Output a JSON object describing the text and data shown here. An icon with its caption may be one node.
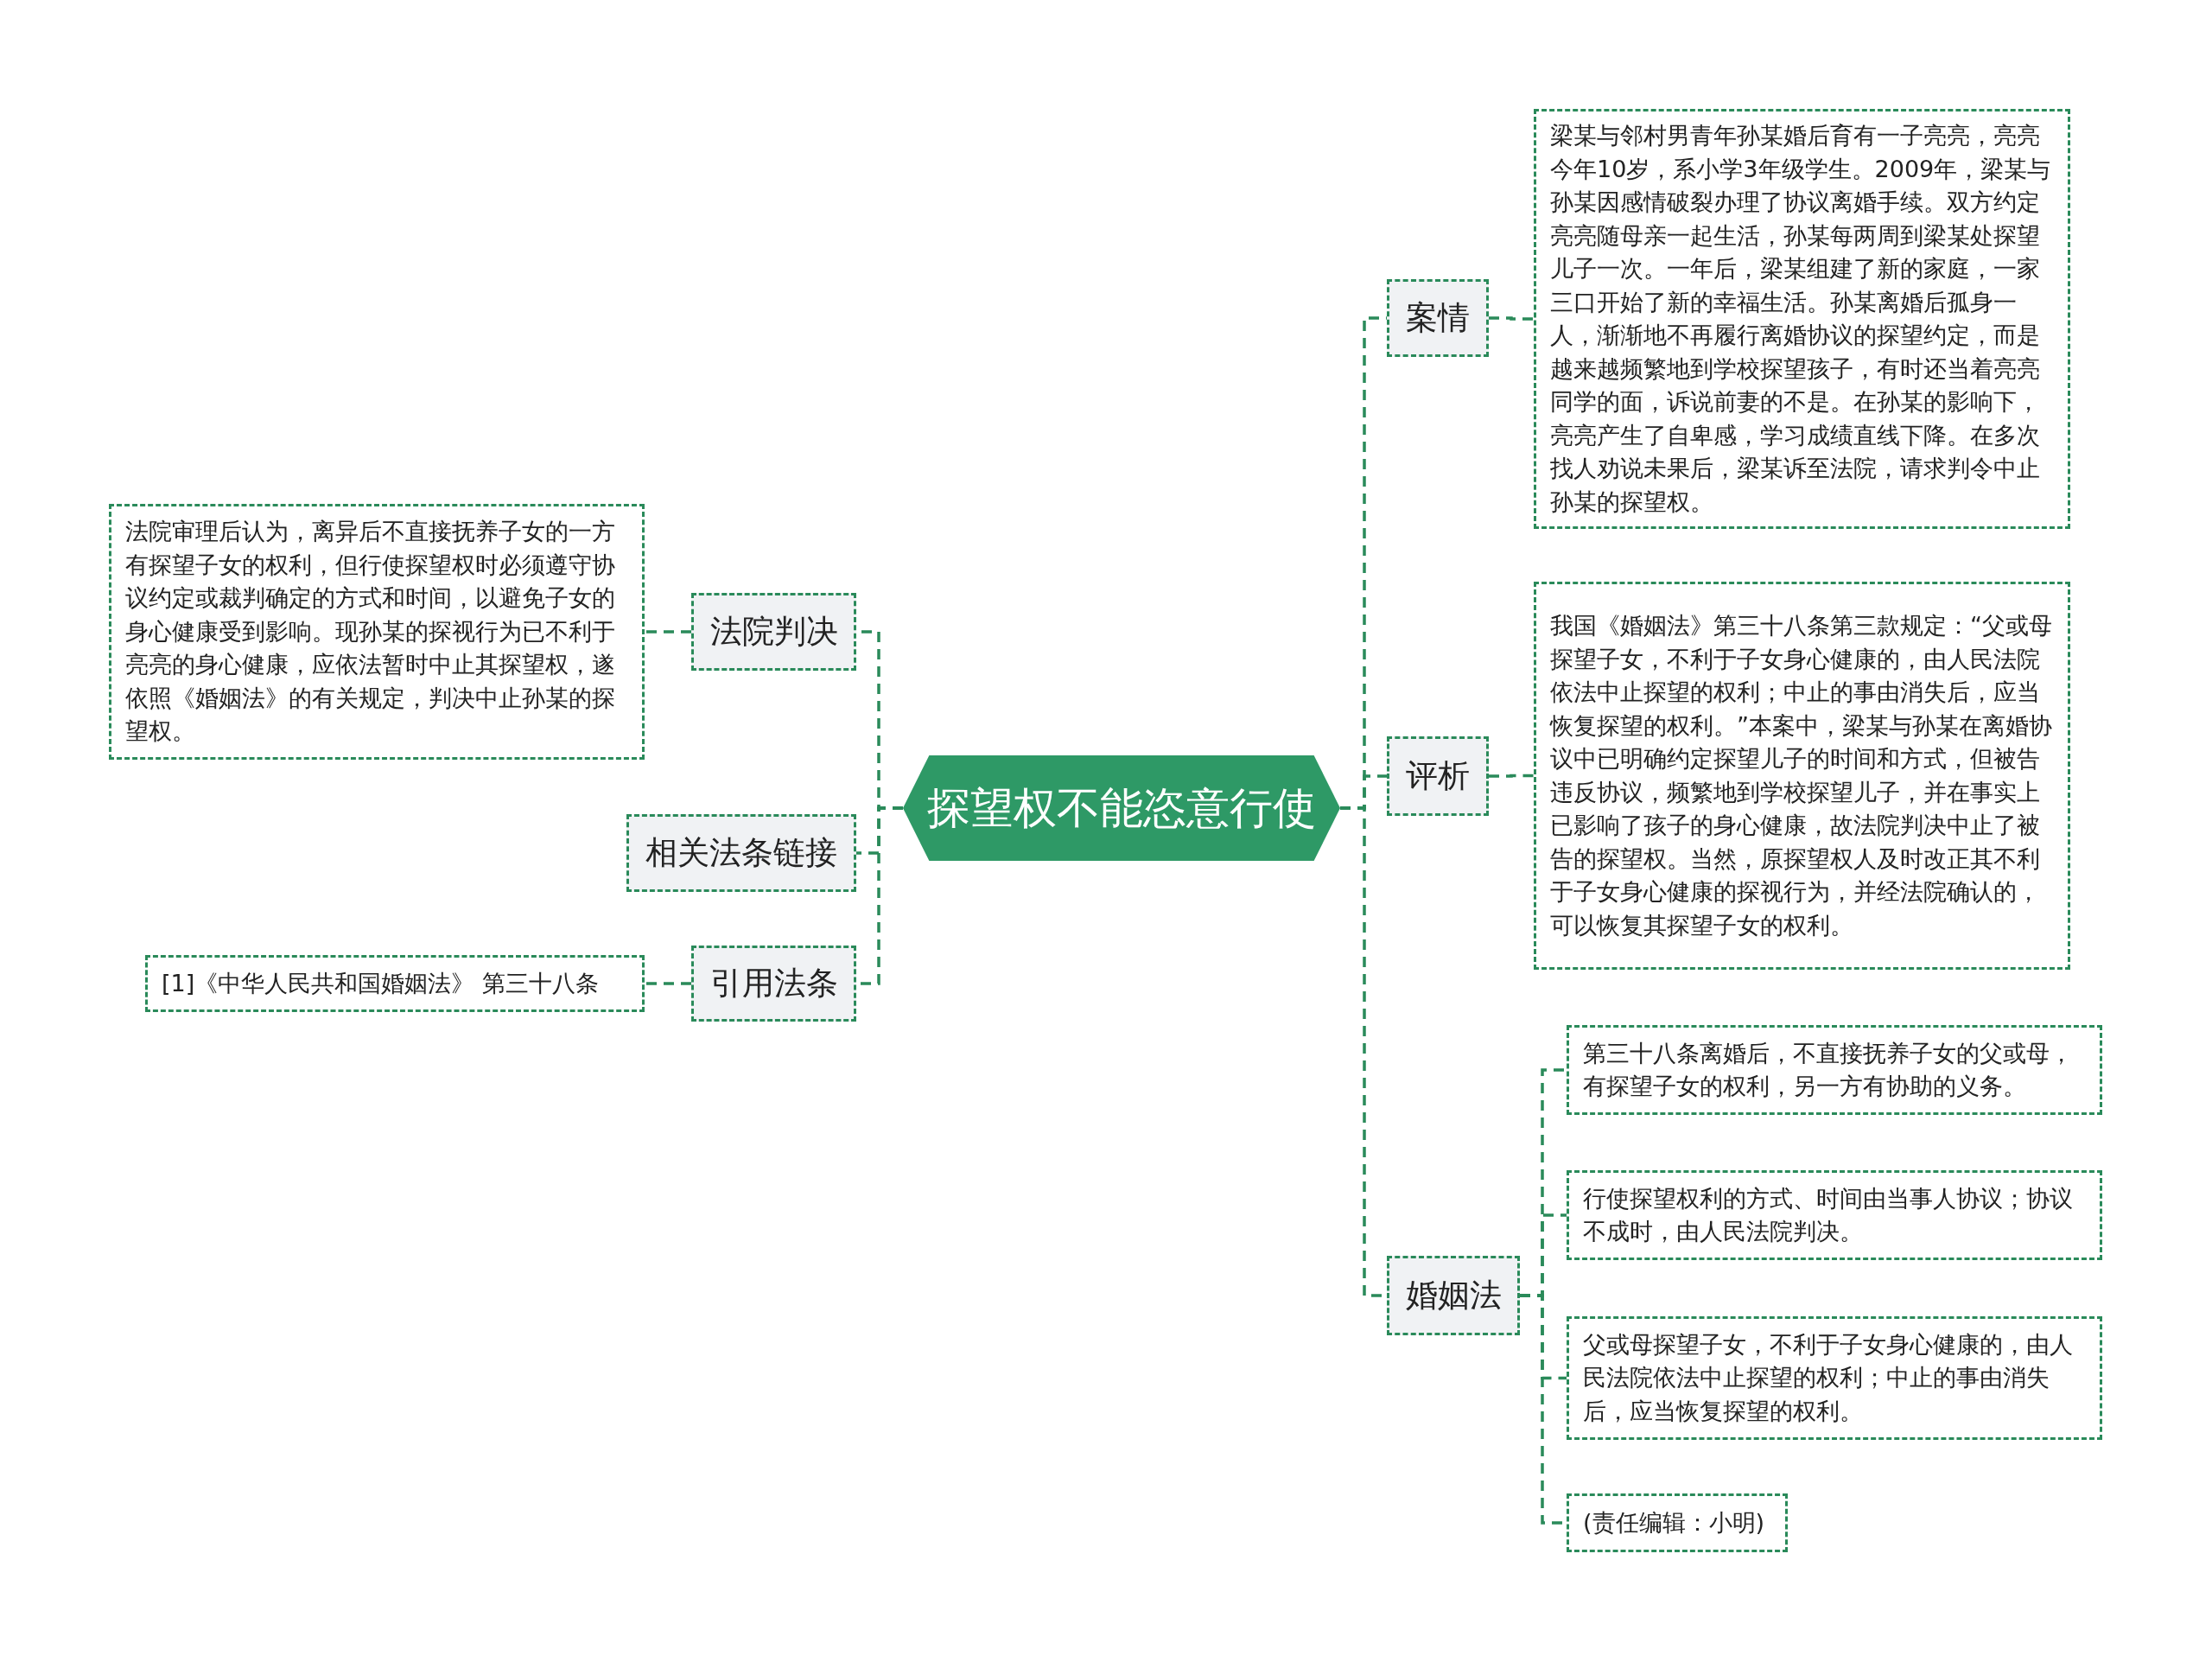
{
  "diagram": {
    "nodes": [
      {
        "text": [
          "探望权不能恣意行使"
        ]
      },
      {
        "text": [
          "案情"
        ]
      },
      {
        "text": [
          "梁某与邻村男青年孙某婚后育有一子亮亮，亮亮今年10岁，系小学3年级学生。2009年，梁某与孙某因感情破裂办理了协议离婚手续。双方约定亮亮随母亲一起生活，孙某每两周到梁某处探望儿子一次。一年后，梁某组建了新的家庭，一家三口开始了新的幸福生活。孙某离婚后孤身一人，渐渐地不再履行离婚协议的探望约定，而是越来越频繁地到学校探望孩子，有时还当着亮亮同学的面，诉说前妻的不是。在孙某的影响下，亮亮产生了自卑感，学习成绩直线下降。在多次找人劝说未果后，梁某诉至法院，请求判令中止孙某的探望权。"
        ]
      },
      {
        "text": [
          "评析"
        ]
      },
      {
        "text": [
          "我国《婚姻法》第三十八条第三款规定：“父或母探望子女，不利于子女身心健康的，由人民法院依法中止探望的权利；中止的事由消失后，应当恢复探望的权利。”本案中，梁某与孙某在离婚协议中已明确约定探望儿子的时间和方式，但被告违反协议，频繁地到学校探望儿子，并在事实上已影响了孩子的身心健康，故法院判决中止了被告的探望权。当然，原探望权人及时改正其不利于子女身心健康的探视行为，并经法院确认的，可以恢复其探望子女的权利。"
        ]
      },
      {
        "text": [
          "婚姻法"
        ]
      },
      {
        "text": [
          "第三十八条离婚后，不直接抚养子女的父或母，有探望子女的权利，另一方有协助的义务。"
        ]
      },
      {
        "text": [
          "行使探望权利的方式、时间由当事人协议；协议不成时，由人民法院判决。"
        ]
      },
      {
        "text": [
          "父或母探望子女，不利于子女身心健康的，由人民法院依法中止探望的权利；中止的事由消失后，应当恢复探望的权利。"
        ]
      },
      {
        "text": [
          "(责任编辑：小明)"
        ]
      },
      {
        "text": [
          "法院判决"
        ]
      },
      {
        "text": [
          "法院审理后认为，离异后不直接抚养子女的一方有探望子女的权利，但行使探望权时必须遵守协议约定或裁判确定的方式和时间，以避免子女的身心健康受到影响。现孙某的探视行为已不利于亮亮的身心健康，应依法暂时中止其探望权，遂依照《婚姻法》的有关规定，判决中止孙某的探望权。"
        ]
      },
      {
        "text": [
          "相关法条链接"
        ]
      },
      {
        "text": [
          "引用法条"
        ]
      },
      {
        "text": [
          "[1]《中华人民共和国婚姻法》 第三十八条"
        ]
      }
    ],
    "edges": [
      {
        "from": 0,
        "to": 1,
        "arrow": "none"
      },
      {
        "from": 1,
        "to": 2,
        "arrow": "none"
      },
      {
        "from": 0,
        "to": 3,
        "arrow": "none"
      },
      {
        "from": 3,
        "to": 4,
        "arrow": "none"
      },
      {
        "from": 0,
        "to": 5,
        "arrow": "none"
      },
      {
        "from": 5,
        "to": 6,
        "arrow": "none"
      },
      {
        "from": 5,
        "to": 7,
        "arrow": "none"
      },
      {
        "from": 5,
        "to": 8,
        "arrow": "none"
      },
      {
        "from": 5,
        "to": 9,
        "arrow": "none"
      },
      {
        "from": 0,
        "to": 10,
        "arrow": "none"
      },
      {
        "from": 10,
        "to": 11,
        "arrow": "none"
      },
      {
        "from": 0,
        "to": 12,
        "arrow": "none"
      },
      {
        "from": 0,
        "to": 13,
        "arrow": "none"
      },
      {
        "from": 13,
        "to": 14,
        "arrow": "none"
      }
    ]
  }
}
